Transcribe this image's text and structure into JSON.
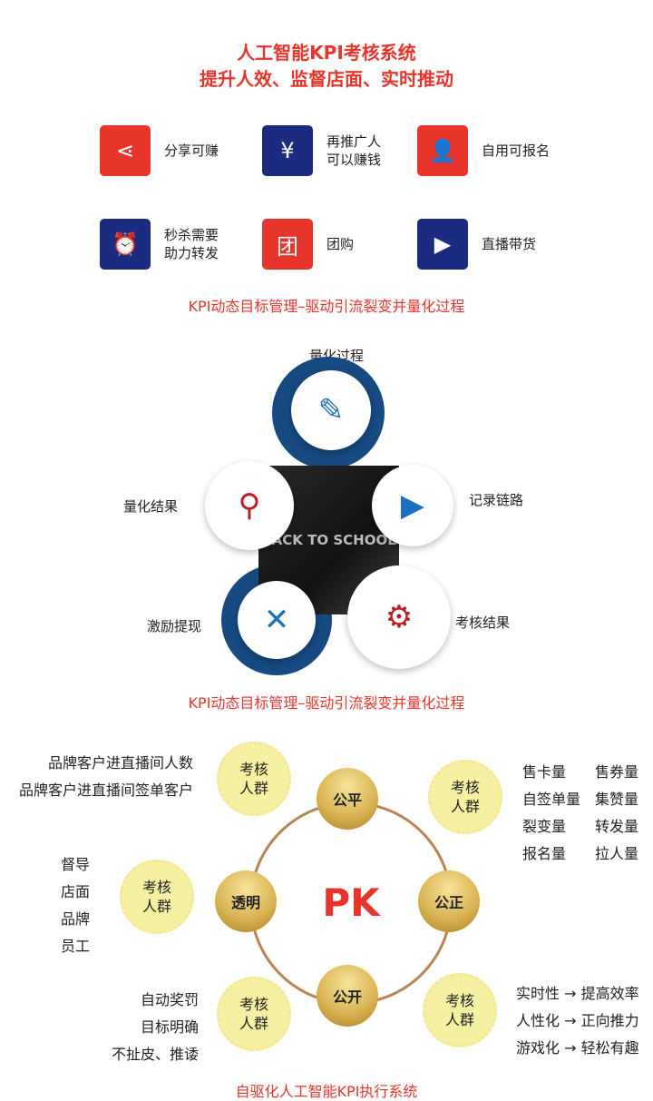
{
  "header": {
    "title": "人工智能KPI考核系统",
    "subtitle": "提升人效、监督店面、实时推动"
  },
  "features": [
    {
      "icon": "share-icon",
      "label": "分享可赚",
      "color": "#e8352c"
    },
    {
      "icon": "money-bag-icon",
      "label": "再推广人\n可以赚钱",
      "color": "#1b2c80"
    },
    {
      "icon": "user-card-icon",
      "label": "自用可报名",
      "color": "#e8352c"
    },
    {
      "icon": "alarm-clock-icon",
      "label": "秒杀需要\n助力转发",
      "color": "#1b2c80"
    },
    {
      "icon": "shopping-bag-icon",
      "label": "团购",
      "color": "#e8352c"
    },
    {
      "icon": "video-camera-icon",
      "label": "直播带货",
      "color": "#1b2c80"
    }
  ],
  "caption1": "KPI动态目标管理–驱动引流裂变并量化过程",
  "cycle": {
    "top": "量化过程",
    "left": "量化结果",
    "right": "记录链路",
    "bottom_left": "激励提现",
    "bottom_right": "考核结果",
    "photo_text": "BACK TO SCHOOL"
  },
  "caption2": "KPI动态目标管理–驱动引流裂变并量化过程",
  "pk": {
    "center": "PK",
    "nodes": {
      "top": "公平",
      "right": "公正",
      "bottom": "公开",
      "left": "透明"
    },
    "badge": "考核\n人群",
    "top_left_list": [
      "品牌客户进直播间人数",
      "品牌客户进直播间签单客户"
    ],
    "top_right_list": [
      "售卡量",
      "售券量",
      "自签单量",
      "集赞量",
      "裂变量",
      "转发量",
      "报名量",
      "拉人量"
    ],
    "left_list": [
      "督导",
      "店面",
      "品牌",
      "员工"
    ],
    "bottom_left_list": [
      "自动奖罚",
      "目标明确",
      "不扯皮、推诿"
    ],
    "bottom_right_list": [
      "实时性 → 提高效率",
      "人性化 → 正向推力",
      "游戏化 → 轻松有趣"
    ]
  },
  "caption3": "自驱化人工智能KPI执行系统"
}
